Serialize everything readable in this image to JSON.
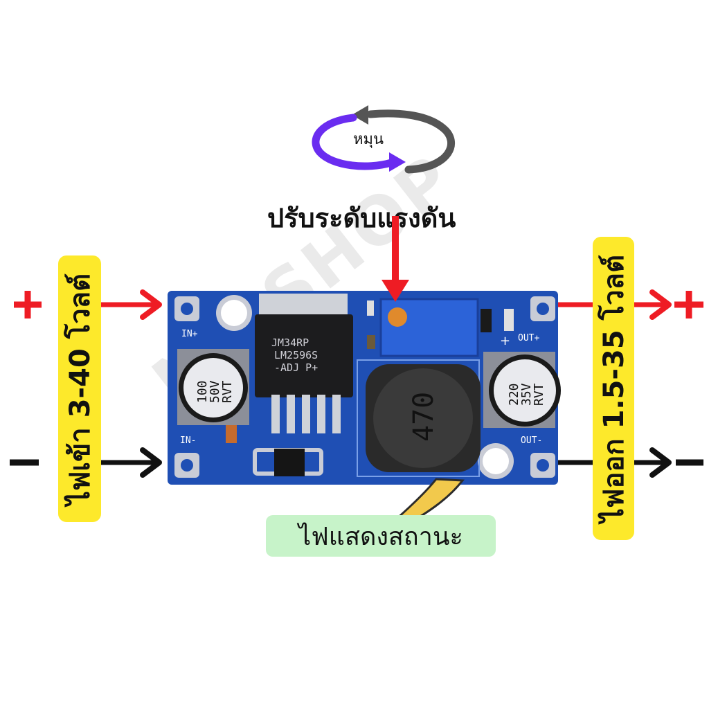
{
  "labels": {
    "rotate": "หมุน",
    "adjust_voltage": "ปรับระดับแรงดัน",
    "input_voltage": "ไฟเข้า 3-40 โวลต์",
    "output_voltage": "ไฟออก 1.5-35 โวลต์",
    "status_light": "ไฟแสดงสถานะ"
  },
  "watermark": "NA   SHOP",
  "signs": {
    "plus": "+",
    "minus": "−"
  },
  "board": {
    "in_plus": "IN+",
    "in_minus": "IN-",
    "out_plus": "OUT+",
    "out_minus": "OUT-",
    "chip_line1": "JM34RP",
    "chip_line2": "LM2596S",
    "chip_line3": "-ADJ  P+",
    "cap_in_line1": "100",
    "cap_in_line2": "50V",
    "cap_in_line3": "RVT",
    "cap_out_line1": "220",
    "cap_out_line2": "35V",
    "cap_out_line3": "RVT",
    "inductor": "470",
    "plus_mark": "+"
  },
  "colors": {
    "positive": "#ee1c24",
    "negative": "#111111",
    "board_blue": "#1f4fb4",
    "highlight_yellow": "#fde92b",
    "status_green": "#c7f3c9",
    "rotate_purple": "#6a2cf0",
    "rotate_gray": "#555555"
  }
}
